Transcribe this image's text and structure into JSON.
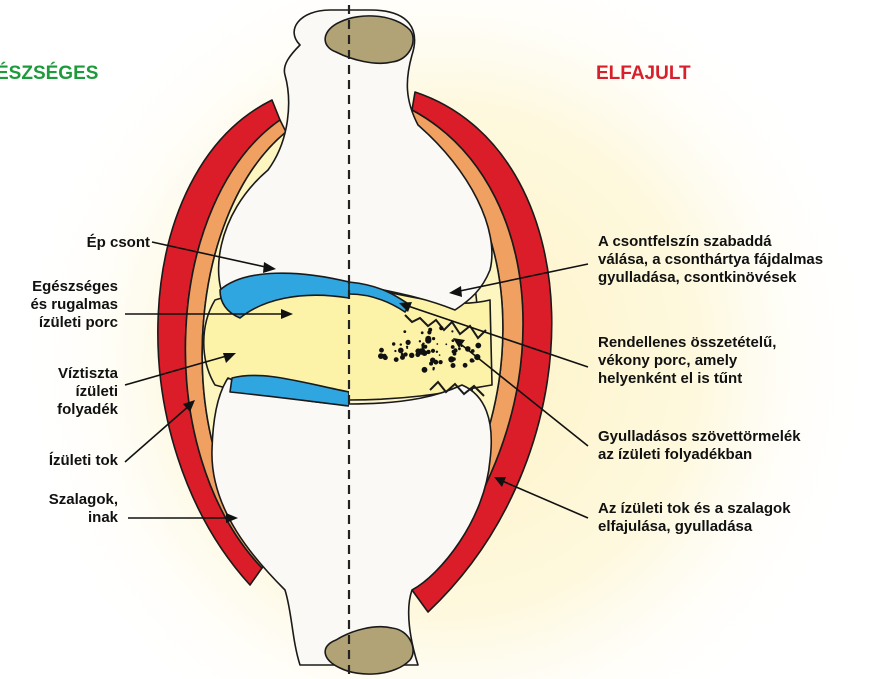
{
  "colors": {
    "glow": "#fdf3c4",
    "bone": "#fbf9f5",
    "cartilage": "#2fa6df",
    "fluid": "#fcf3a8",
    "capsule_inner": "#fdf6c0",
    "capsule_mid": "#f0a060",
    "ligament": "#da1d28",
    "marrow_cap": "#b2a376",
    "healthy_heading": "#1d9b3c",
    "degenerated_heading": "#d8202c"
  },
  "headings": {
    "healthy": "ÉSZSÉGES",
    "degenerated": "ELFAJULT"
  },
  "left_labels": {
    "bone": "Ép csont",
    "cartilage": "Egészséges\nés rugalmas\nízületi porc",
    "fluid": "Víztiszta\nízületi\nfolyadék",
    "capsule": "Ízületi tok",
    "ligaments": "Szalagok,\ninak"
  },
  "right_labels": {
    "bone_surface": "A csontfelszín szabaddá\nválása, a csonthártya fájdalmas\ngyulladása, csontkinövések",
    "cartilage": "Rendellenes összetételű,\nvékony porc, amely\nhelyenként el is tűnt",
    "debris": "Gyulladásos szövettörmelék\naz ízületi folyadékban",
    "capsule": "Az ízületi tok és a szalagok\nelfajulása, gyulladása"
  }
}
